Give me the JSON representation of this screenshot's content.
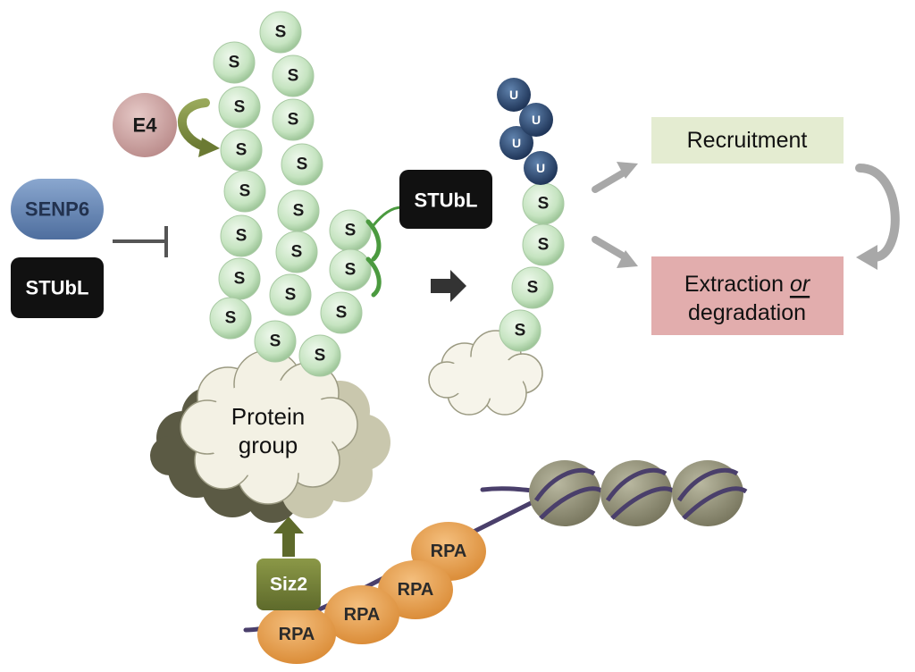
{
  "sumo_label": "S",
  "ubiquitin_label": "U",
  "rpa_label": "RPA",
  "e4": {
    "label": "E4",
    "color": "#c49a9a"
  },
  "senp6": {
    "label": "SENP6",
    "color": "#5f7fae"
  },
  "stubl_left": {
    "label": "STUbL"
  },
  "stubl_chain": {
    "label": "STUbL"
  },
  "siz2": {
    "label": "Siz2",
    "color": "#6e7a33"
  },
  "protein_group": {
    "line1": "Protein",
    "line2": "group"
  },
  "recruitment": {
    "label": "Recruitment",
    "color": "#e4ecd1"
  },
  "extraction": {
    "label": "Extraction ",
    "or": "or",
    "line2": "degradation",
    "color": "#e2adad"
  },
  "colors": {
    "sumo": "#c9e6c5",
    "ubiquitin": "#2f4d73",
    "rpa": "#e39a4a",
    "nucleosome": "#8c8b73",
    "dna": "#4a3f6b",
    "stubl": "#111111",
    "arrow_gray": "#a8a8a8"
  }
}
